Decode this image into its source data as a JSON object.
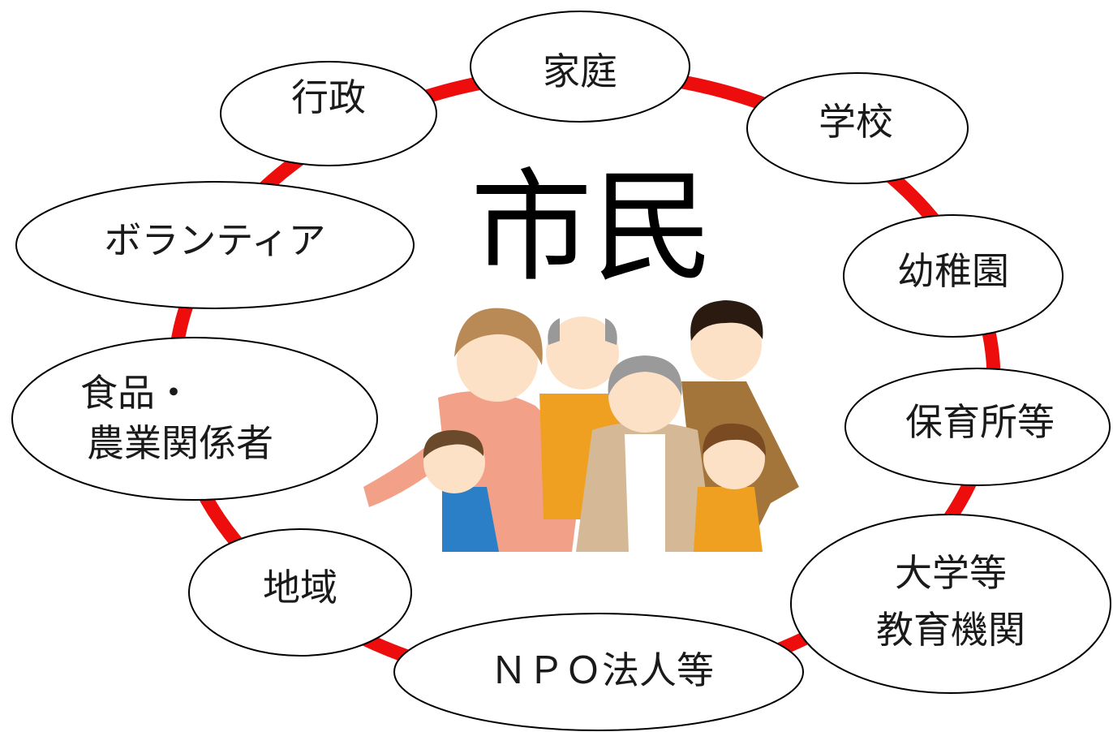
{
  "diagram": {
    "center_title": "市民",
    "center_illustration": "family-group-illustration",
    "ring_color": "#ee0d0d",
    "nodes": [
      {
        "id": "gyosei",
        "lines": [
          "行政"
        ]
      },
      {
        "id": "katei",
        "lines": [
          "家庭"
        ]
      },
      {
        "id": "gakko",
        "lines": [
          "学校"
        ]
      },
      {
        "id": "yochien",
        "lines": [
          "幼稚園"
        ]
      },
      {
        "id": "hoikusho",
        "lines": [
          "保育所等"
        ]
      },
      {
        "id": "daigaku",
        "lines": [
          "大学等",
          "教育機関"
        ]
      },
      {
        "id": "npo",
        "lines": [
          "ＮＰＯ法人等"
        ]
      },
      {
        "id": "chiiki",
        "lines": [
          "地域"
        ]
      },
      {
        "id": "shokuhin",
        "lines": [
          "食品・",
          "農業関係者"
        ]
      },
      {
        "id": "volunteer",
        "lines": [
          "ボランティア"
        ]
      }
    ]
  }
}
